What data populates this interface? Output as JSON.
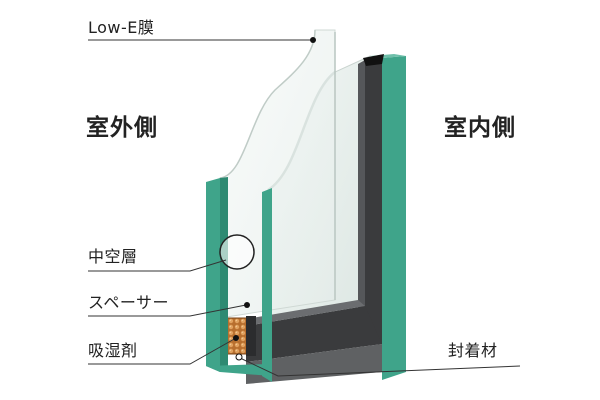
{
  "labels": {
    "low_e_film": "Low-E膜",
    "outdoor_side": "室外側",
    "indoor_side": "室内側",
    "air_layer": "中空層",
    "spacer": "スペーサー",
    "desiccant": "吸湿剤",
    "sealant": "封着材"
  },
  "colors": {
    "glass_edge": "#3fa48a",
    "glass_edge_dark": "#2e8a72",
    "spacer_frame": "#3a3b3d",
    "spacer_inner": "#55575a",
    "sealant": "#5f6163",
    "desiccant": "#c9823f",
    "glass_face": "#eef3f1",
    "leader_line": "#333333"
  }
}
